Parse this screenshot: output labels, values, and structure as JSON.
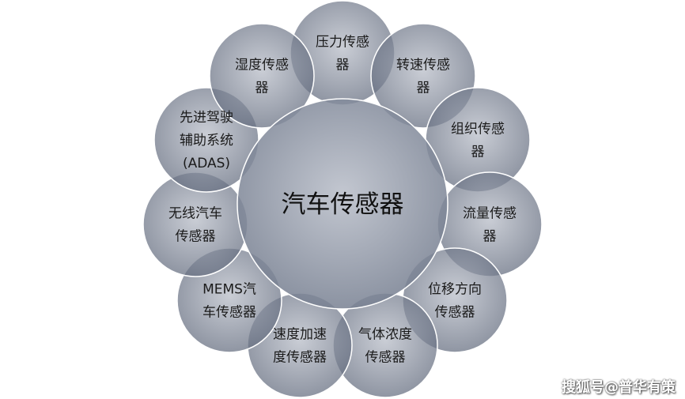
{
  "diagram": {
    "center": {
      "label": "汽车传感器"
    },
    "nodes": [
      {
        "lines": [
          "压力传感",
          "器"
        ]
      },
      {
        "lines": [
          "转速传感",
          "器"
        ]
      },
      {
        "lines": [
          "组织传感",
          "器"
        ]
      },
      {
        "lines": [
          "流量传感",
          "器"
        ]
      },
      {
        "lines": [
          "位移方向",
          "传感器"
        ]
      },
      {
        "lines": [
          "气体浓度",
          "传感器"
        ]
      },
      {
        "lines": [
          "速度加速",
          "度传感器"
        ]
      },
      {
        "lines": [
          "MEMS汽",
          "车传感器"
        ]
      },
      {
        "lines": [
          "无线汽车",
          "传感器"
        ]
      },
      {
        "lines": [
          "先进驾驶",
          "辅助系统",
          "(ADAS)"
        ]
      },
      {
        "lines": [
          "湿度传感",
          "器"
        ]
      }
    ]
  },
  "watermark": "搜狐号@普华有策",
  "colors": {
    "circle_fill": "#7d8597",
    "circle_stroke": "#ffffff",
    "text": "#1b1b1b"
  }
}
